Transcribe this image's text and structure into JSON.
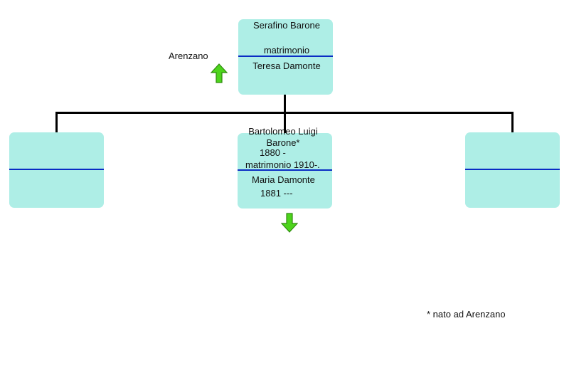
{
  "parents": {
    "husband": "Serafino Barone",
    "marriage": "matrimonio",
    "wife": "Teresa Damonte",
    "place": "Arenzano"
  },
  "child": {
    "name_line1": "Bartolomeo Luigi",
    "name_line2": "Barone*",
    "birth": "1880 -",
    "marriage": "matrimonio 1910-.",
    "spouse": "Maria Damonte",
    "spouse_dates": "1881 ---"
  },
  "footnote": "* nato ad Arenzano",
  "icons": {
    "up": "arrow-up-icon",
    "down": "arrow-down-icon"
  },
  "colors": {
    "box_fill": "#aeeee6",
    "divider": "#0a2cc4",
    "arrow_fill": "#4dd41c",
    "arrow_stroke": "#2f8a0e"
  }
}
